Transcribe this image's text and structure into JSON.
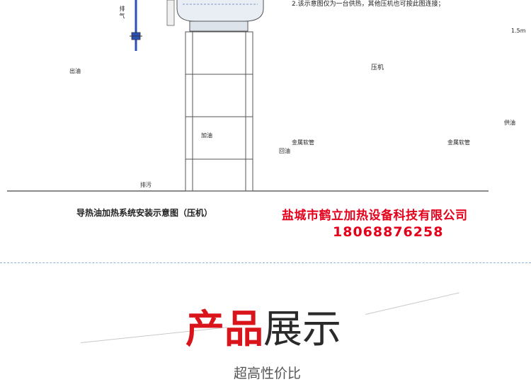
{
  "diagram": {
    "note": "2.该示意图仅为一台供热，其他压机也可按此图连接；",
    "height_label": "1.5m",
    "labels": {
      "vent": "排气",
      "oil_out": "出油",
      "add_oil": "加油",
      "drain": "排污",
      "press": "压机",
      "return_oil": "回油",
      "hose_left": "金属软管",
      "hose_right": "金属软管",
      "supply_oil": "供油"
    },
    "caption": "导热油加热系统安装示意图（压机）"
  },
  "company": {
    "name": "盐城市鹤立加热设备科技有限公司",
    "phone": "18068876258"
  },
  "section": {
    "title_red": "产品",
    "title_dark": "展示",
    "subtitle": "超高性价比"
  },
  "colors": {
    "pipe_red": "#e8302f",
    "pipe_pink": "#d9437a",
    "pipe_blue": "#2a4fb5",
    "brand_red": "#e4001b"
  }
}
